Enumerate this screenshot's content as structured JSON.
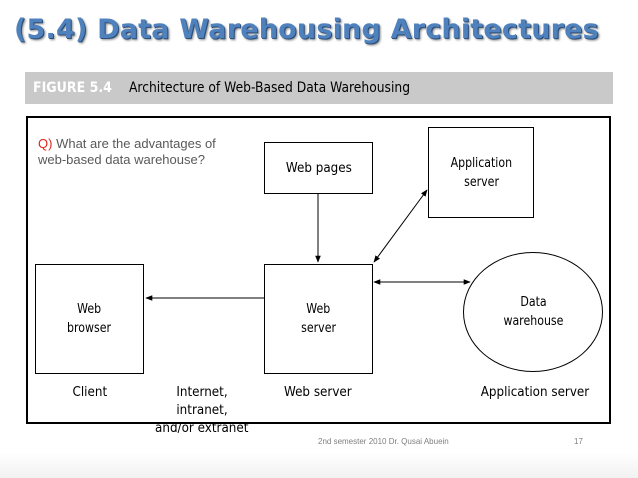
{
  "slide": {
    "title": "(5.4) Data Warehousing Architectures"
  },
  "figure": {
    "number": "FIGURE 5.4",
    "caption": "Architecture of Web-Based Data Warehousing"
  },
  "question": {
    "marker": "Q)",
    "line1": "What are the advantages of",
    "line2": "web-based data warehouse?"
  },
  "nodes": {
    "web_pages": [
      "Web pages"
    ],
    "application_server": [
      "Application",
      "server"
    ],
    "web_browser": [
      "Web",
      "browser"
    ],
    "web_server": [
      "Web",
      "server"
    ],
    "data_warehouse": [
      "Data",
      "warehouse"
    ]
  },
  "column_labels": {
    "client": [
      "Client"
    ],
    "network": [
      "Internet, intranet,",
      "and/or extranet"
    ],
    "web_server": [
      "Web server"
    ],
    "application_server": [
      "Application server"
    ]
  },
  "footer": {
    "text": "2nd semester 2010 Dr. Qusai Abuein",
    "page_number": "17"
  },
  "colors": {
    "title": "#4f81bd",
    "question_marker": "#e0261b",
    "question_text": "#595959",
    "figure_bar": "#c9c9c9"
  }
}
